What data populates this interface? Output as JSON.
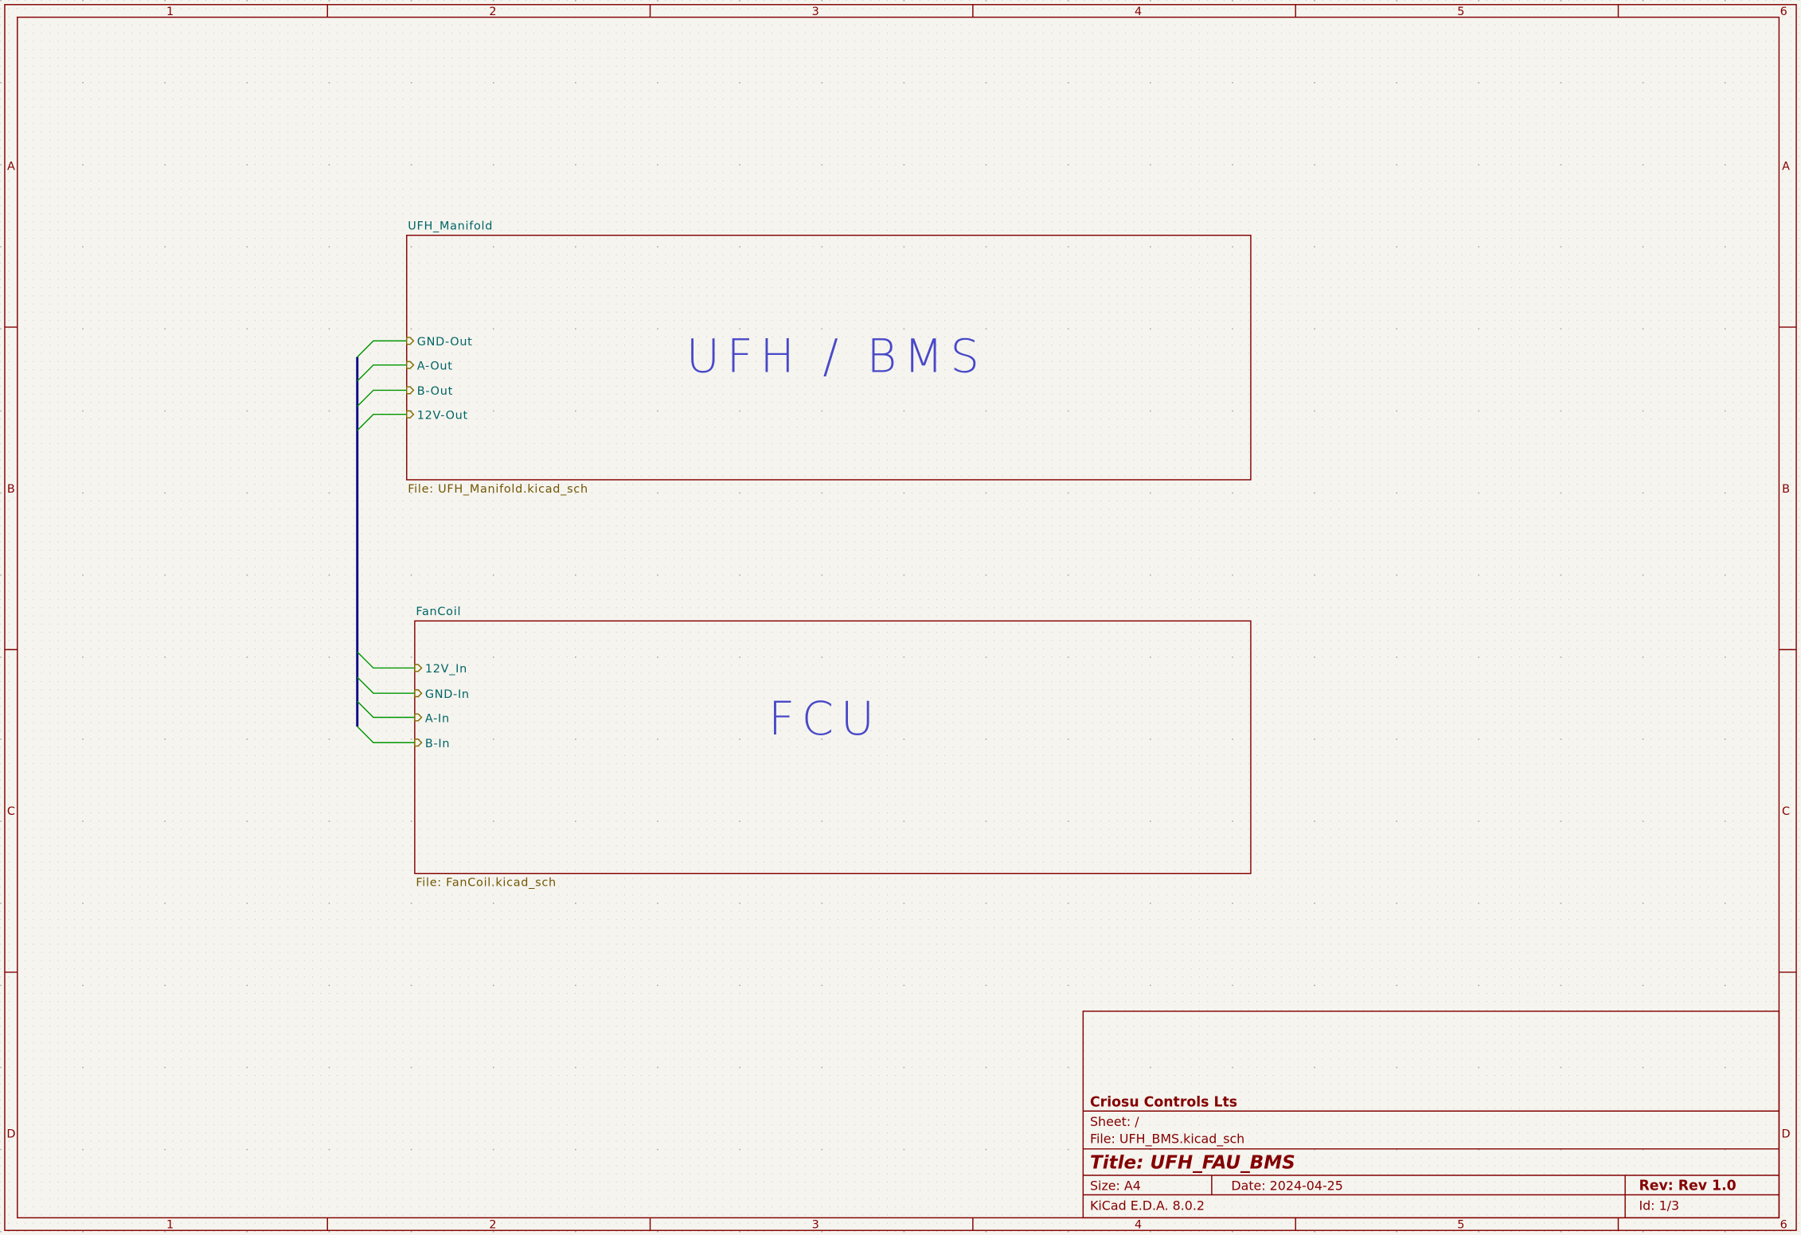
{
  "frame": {
    "columns": [
      "1",
      "2",
      "3",
      "4",
      "5",
      "6"
    ],
    "rows": [
      "A",
      "B",
      "C",
      "D"
    ]
  },
  "sheets": [
    {
      "name": "UFH_Manifold",
      "file": "File: UFH_Manifold.kicad_sch",
      "big_text": "UFH / BMS",
      "pins": [
        "GND-Out",
        "A-Out",
        "B-Out",
        "12V-Out"
      ]
    },
    {
      "name": "FanCoil",
      "file": "File: FanCoil.kicad_sch",
      "big_text": "FCU",
      "pins": [
        "12V_In",
        "GND-In",
        "A-In",
        "B-In"
      ]
    }
  ],
  "title_block": {
    "company": "Criosu Controls Lts",
    "sheet": "Sheet: /",
    "file": "File: UFH_BMS.kicad_sch",
    "title": "Title: UFH_FAU_BMS",
    "size": "Size: A4",
    "date": "Date: 2024-04-25",
    "rev": "Rev: Rev 1.0",
    "tool": "KiCad E.D.A. 8.0.2",
    "id": "Id: 1/3"
  },
  "colors": {
    "frame": "#840000",
    "wire": "#009600",
    "bus": "#000084",
    "pin": "#846a00",
    "background": "#f5f4ef"
  }
}
